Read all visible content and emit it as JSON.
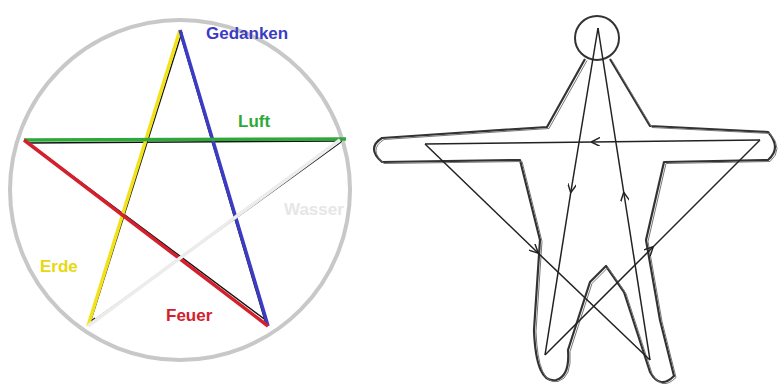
{
  "diagram": {
    "labels": [
      "Gedanken",
      "Luft",
      "Wasser",
      "Erde",
      "Feuer"
    ]
  }
}
